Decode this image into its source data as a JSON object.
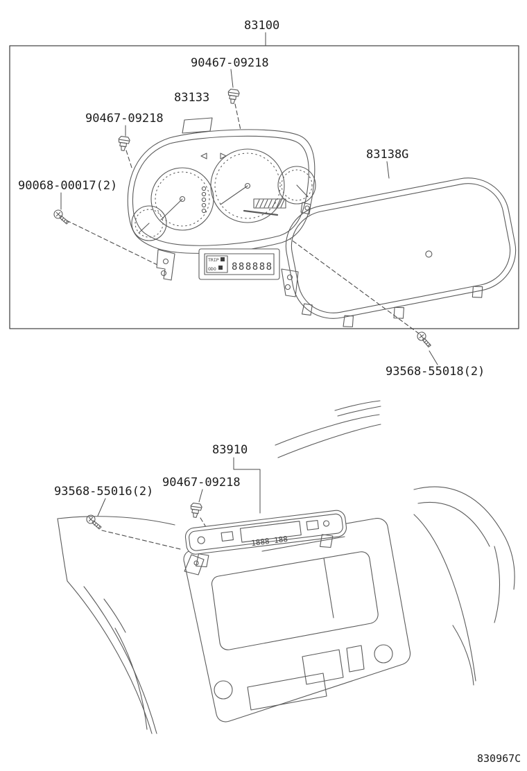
{
  "diagram": {
    "footer_code": "830967C",
    "colors": {
      "line": "#5a5a5a",
      "leader": "#4a4a4a",
      "text": "#1c1c1c",
      "background": "#ffffff"
    }
  },
  "cluster_section": {
    "assembly_no": "83100",
    "callouts": {
      "clip_top": "90467-09218",
      "plate": "83133",
      "clip_left": "90467-09218",
      "screw_left": "90068-00017(2)",
      "lens": "83138G",
      "screw_lens": "93568-55018(2)"
    },
    "meter_face": {
      "trip_label": "TRIP",
      "odo_label": "ODO",
      "odometer_digits": "888888"
    }
  },
  "clock_section": {
    "clock_no": "83910",
    "callouts": {
      "clip": "90467-09218",
      "screw": "93568-55016(2)"
    },
    "display_digits": "1888 188"
  }
}
